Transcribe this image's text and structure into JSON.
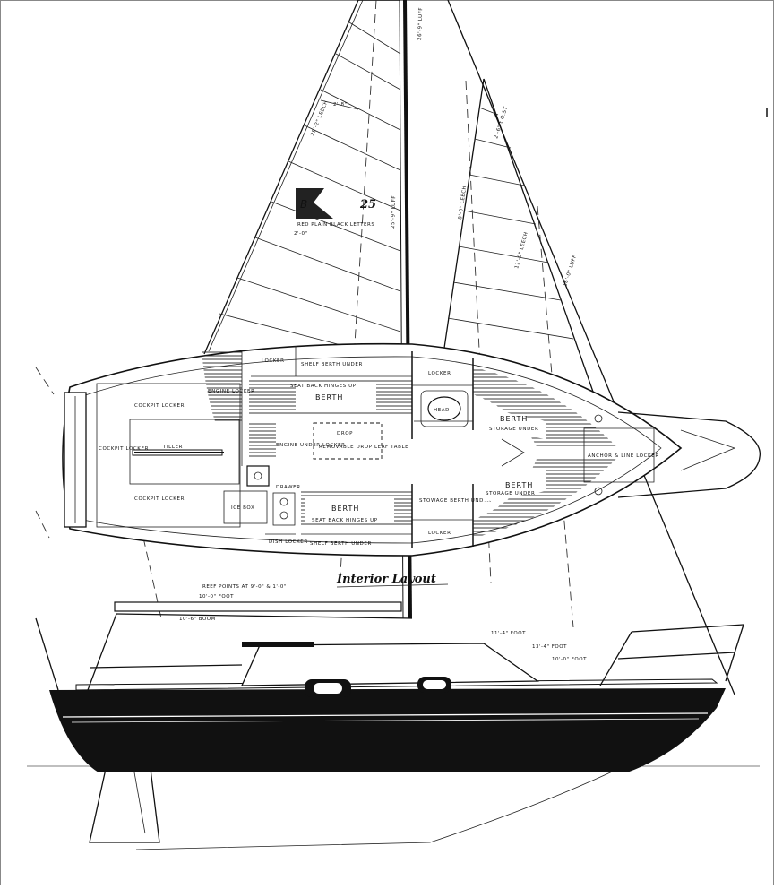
{
  "sail_marks": {
    "number": "25",
    "insignia_note": "RED PLAIN BLACK LETTERS",
    "main_leech": "25'-2\" LEECH",
    "main_luff": "25'-9\" LUFF",
    "batten_upper": "2'-8\"",
    "batten_lower": "2'-0\"",
    "head_luff": "26'-9\" LUFF",
    "jib_leech_upper": "8'-0\" LEECH",
    "jib_leech_lower": "11'-0\" LEECH",
    "jib_ht": "2'-6\"ft O.ST",
    "jib_luff": "16'-0\" LUFF"
  },
  "layout": {
    "title": "Interior Layout",
    "labels": {
      "cockpit_locker_top": "COCKPIT LOCKER",
      "cockpit_locker_bottom": "COCKPIT LOCKER",
      "cockpit_locker_aft": "COCKPIT LOCKER",
      "tiller": "TILLER",
      "engine_locker": "ENGINE LOCKER",
      "engine_under": "ENGINE UNDER LOCKER",
      "icebox": "ICE BOX",
      "drawer": "DRAWER",
      "dish_locker": "DISH LOCKER",
      "locker_top": "LOCKER",
      "shelf_top": "SHELF BERTH UNDER",
      "berth_top": "BERTH",
      "seat_top": "SEAT BACK HINGES UP",
      "table": "REMOVABLE DROP LEAF TABLE",
      "table_top": "DROP",
      "berth_bottom": "BERTH",
      "seat_bottom": "SEAT BACK HINGES UP",
      "shelf_bottom": "SHELF BERTH UNDER",
      "locker_fwd_top": "LOCKER",
      "head": "HEAD",
      "locker_fwd_bottom": "LOCKER",
      "stowage_berth": "STOWAGE BERTH UNDER",
      "berth_fwd_top": "BERTH",
      "storage_top": "STORAGE UNDER",
      "berth_fwd_bottom": "BERTH",
      "storage_bottom": "STORAGE UNDER",
      "anchor_locker": "ANCHOR & LINE LOCKER",
      "reef_points": "REEF POINTS AT 9'-0\" & 1'-0\""
    }
  },
  "profile": {
    "boom1": "10'-0\" FOOT",
    "boom2": "10'-6\" BOOM",
    "foot1": "11'-4\" FOOT",
    "foot2": "13'-4\" FOOT",
    "foot3": "10'-0\" FOOT"
  }
}
